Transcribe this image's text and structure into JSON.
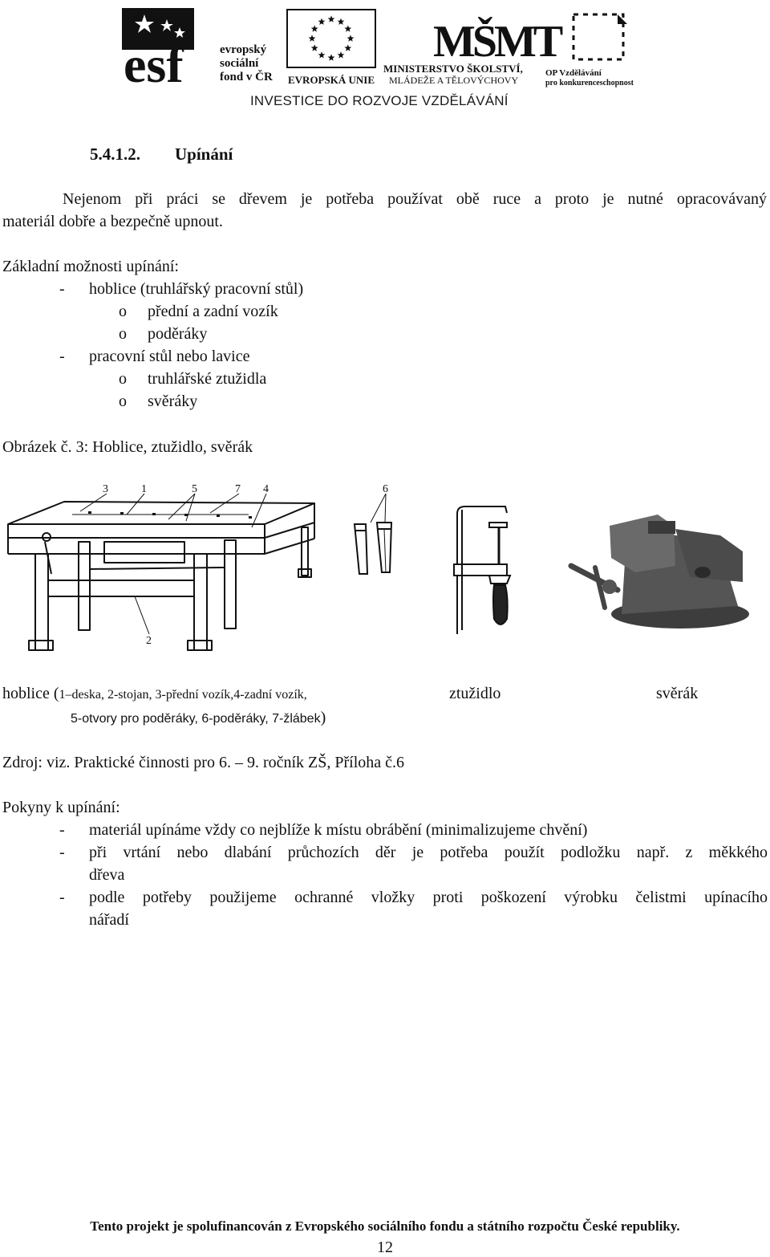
{
  "header": {
    "esf_mark": "esf",
    "esf_text": [
      "evropský",
      "sociální",
      "fond v ČR"
    ],
    "eu_label": "EVROPSKÁ UNIE",
    "msmt_mark": "MŠMT",
    "msmt_text": [
      "MINISTERSTVO ŠKOLSTVÍ,",
      "MLÁDEŽE A TĚLOVÝCHOVY"
    ],
    "op_text": [
      "OP Vzdělávání",
      "pro konkurenceschopnost"
    ],
    "tagline": "INVESTICE DO ROZVOJE VZDĚLÁVÁNÍ"
  },
  "section": {
    "number": "5.4.1.2.",
    "title": "Upínání"
  },
  "intro": {
    "line1": "Nejenom při práci se dřevem je potřeba používat obě ruce a proto je nutné opracovávaný",
    "line2": "materiál dobře a bezpečně upnout."
  },
  "options": {
    "heading": "Základní možnosti upínání:",
    "items": [
      {
        "label": "hoblice (truhlářský pracovní stůl)",
        "subitems": [
          "přední a zadní vozík",
          "poděráky"
        ]
      },
      {
        "label": "pracovní stůl nebo lavice",
        "subitems": [
          "truhlářské ztužidla",
          "svěráky"
        ]
      }
    ],
    "dash": "-",
    "bullet": "o"
  },
  "figure": {
    "caption": "Obrázek č. 3: Hoblice, ztužidlo, svěrák",
    "callouts": [
      "3",
      "1",
      "5",
      "7",
      "4",
      "6",
      "2"
    ],
    "legend": {
      "hoblice_prefix": "hoblice (",
      "hoblice_detail_1": "1–deska, 2-stojan, 3-přední vozík,4-zadní vozík,",
      "hoblice_detail_2": "5-otvory pro poděráky, 6-poděráky, 7-žlábek",
      "close": ")",
      "ztuzidlo": "ztužidlo",
      "sverak": "svěrák"
    },
    "source": "Zdroj: viz. Praktické činnosti pro 6. – 9. ročník ZŠ, Příloha č.6"
  },
  "instructions": {
    "heading": "Pokyny k upínání:",
    "items": [
      [
        "materiál upínáme vždy co nejblíže k místu obrábění (minimalizujeme chvění)"
      ],
      [
        "při vrtání nebo dlabání průchozích děr je potřeba použít podložku např. z měkkého",
        "dřeva"
      ],
      [
        "podle potřeby použijeme ochranné vložky proti poškození výrobku čelistmi upínacího",
        "nářadí"
      ]
    ]
  },
  "footer": {
    "text": "Tento projekt je spolufinancován z Evropského sociálního fondu a státního rozpočtu České republiky.",
    "page": "12"
  }
}
